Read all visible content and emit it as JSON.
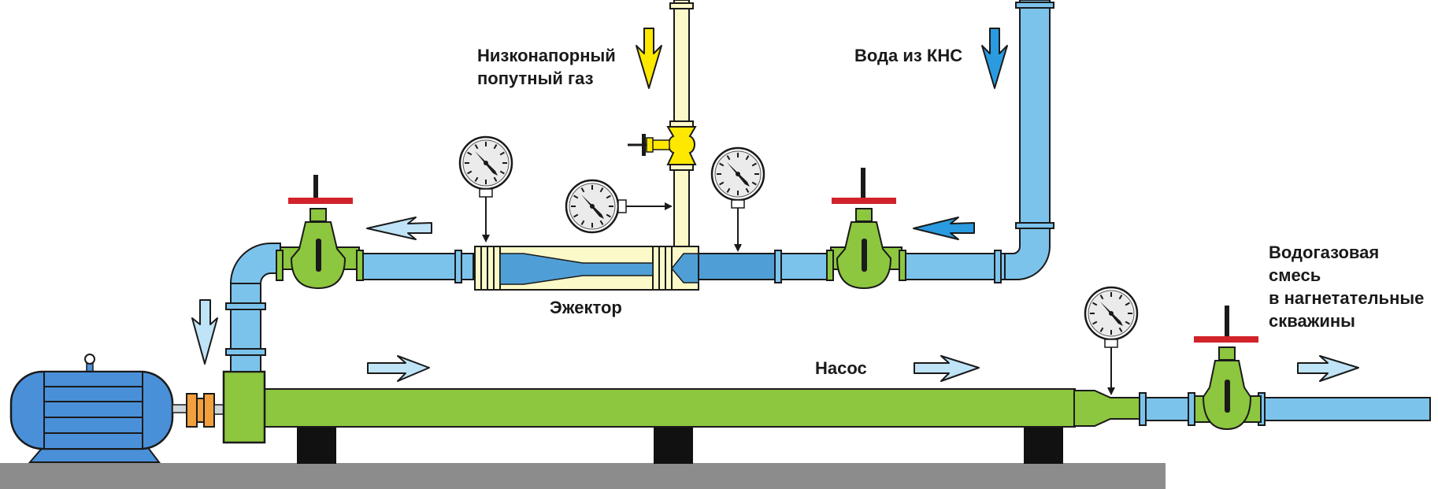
{
  "labels": {
    "gas": [
      "Низконапорный",
      "попутный газ"
    ],
    "water": "Вода из КНС",
    "ejector": "Эжектор",
    "pump": "Насос",
    "mixture": [
      "Водогазовая",
      "смесь",
      "в нагнетательные",
      "скважины"
    ]
  },
  "colors": {
    "water_pipe": "#7cc3ec",
    "water_pipe_dark": "#4f9fd6",
    "gas_pipe": "#fcf9c8",
    "pump_body": "#8dc63f",
    "valve_body": "#8dc63f",
    "valve_handle": "#d2232a",
    "motor": "#4a90d9",
    "coupling": "#f2a03d",
    "foundation": "#8c8c8c",
    "arrow_light": "#bfe3f7",
    "arrow_blue": "#2a9be0",
    "arrow_gas": "#ffe800"
  }
}
